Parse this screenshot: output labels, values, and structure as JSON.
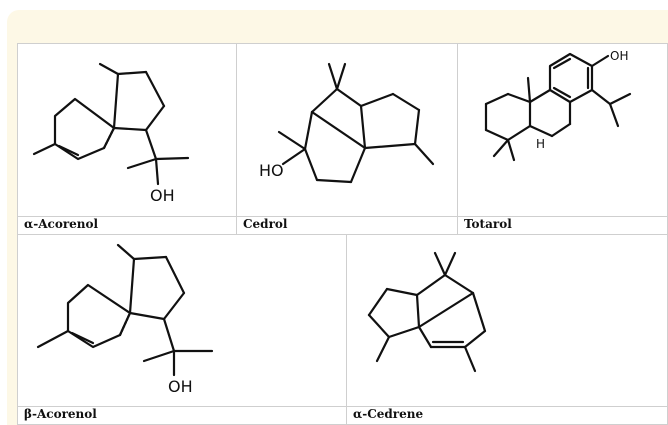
{
  "compounds": [
    {
      "name": "α-Acorenol",
      "atom_labels": [
        "OH"
      ]
    },
    {
      "name": "Cedrol",
      "atom_labels": [
        "HO"
      ]
    },
    {
      "name": "Totarol",
      "atom_labels": [
        "OH",
        "H"
      ]
    },
    {
      "name": "β-Acorenol",
      "atom_labels": [
        "OH"
      ]
    },
    {
      "name": "α-Cedrene",
      "atom_labels": []
    }
  ]
}
